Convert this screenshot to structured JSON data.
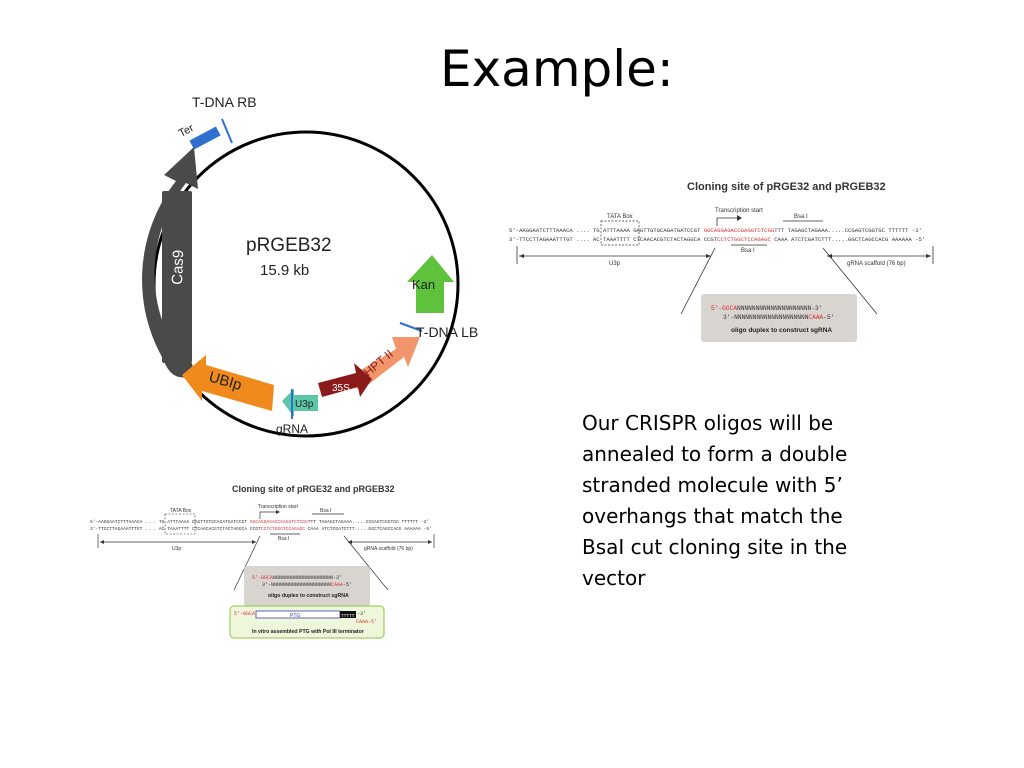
{
  "slide": {
    "title": "Example:",
    "body": "Our CRISPR oligos will be annealed to form a double stranded molecule with 5’ overhangs that match the BsaI cut cloning site in the vector"
  },
  "plasmid": {
    "name": "pRGEB32",
    "size": "15.9 kb",
    "labels": {
      "tdna_rb": "T-DNA RB",
      "ter": "Ter",
      "cas9": "Cas9",
      "kan": "Kan",
      "tdna_lb": "T-DNA LB",
      "hpt": "HPT II",
      "p35s": "35S",
      "u3p": "U3p",
      "grna": "gRNA",
      "ubip": "UBIp"
    },
    "colors": {
      "ter": "#2f6fd0",
      "cas9": "#4a4a4a",
      "kan": "#5ec23c",
      "hpt": "#f2956a",
      "p35s": "#8b1a1a",
      "u3p": "#5cc7a7",
      "ubip": "#f08a1c",
      "backbone": "#000000"
    }
  },
  "cloning_top": {
    "title": "Cloning site of pRGE32 and pRGEB32",
    "tata_box": "TATA Box",
    "transcription_start": "Transcription start",
    "bsa_top": "Bsa I",
    "bsa_bottom": "Bsa I",
    "seq1_a": "5'-AAGGAATCTTTAAACA .... TG ATTTAAAA GAGTTGTGCAGATGATCCGT ",
    "seq1_red": "GGCAGGAGACCGAGGTCTCGG",
    "seq1_b": "TTT TAGAGCTAGAAA.....CCGAGTCGGTGC  TTTTTT -3'",
    "seq2_a": "3'-TTCCTTAGAAATTTGT .... AC TAAATTTT CTCAACACGTCTACTAGGCA CCGT",
    "seq2_red": "CCTCTGGCTCCAGAGC",
    "seq2_b": " CAAA  ATCTCGATCTTT.....GGCTCAGCCACG  AAAAAA -5'",
    "u3p": "U3p",
    "grna_scaffold": "gRNA scaffold (76 bp)",
    "oligo_line1_red": "5'-GGCA",
    "oligo_line1_b": "NNNNNNNNNNNNNNNNNNNN-3'",
    "oligo_line2_a": "3'-NNNNNNNNNNNNNNNNNNNN",
    "oligo_line2_red": "CAAA",
    "oligo_line2_b": "-5'",
    "oligo_caption": "oligo duplex to construct sgRNA"
  },
  "cloning_bottom": {
    "title": "Cloning site of pRGE32 and pRGEB32",
    "tata_box": "TATA Box",
    "transcription_start": "Transcription start",
    "bsa_top": "Bsa I",
    "bsa_bottom": "Bsa I",
    "seq1_a": "5'-AAGGAATCTTTAAACA .... TG ATTTAAAA GAGTTGTGCAGATGATCCGT ",
    "seq1_red": "GGCAGGAGACCGAGGTCTCGG",
    "seq1_b": "TTT TAGAGCTAGAAA.....CCGAGTCGGTGC  TTTTTT -3'",
    "seq2_a": "3'-TTCCTTAGAAATTTGT .... AC TAAATTTT CTCAACACGTCTACTAGGCA CCGT",
    "seq2_red": "CCTCTGGCTCCAGAGC",
    "seq2_b": " CAAA  ATCTCGATCTTT.....GGCTCAGCCACG  AAAAAA -5'",
    "u3p": "U3p",
    "grna_scaffold": "gRNA scaffold (76 bp)",
    "oligo_line1_red": "5'-GGCA",
    "oligo_line1_b": "NNNNNNNNNNNNNNNNNNNN-3'",
    "oligo_line2_a": "3'-NNNNNNNNNNNNNNNNNNNN",
    "oligo_line2_red": "CAAA",
    "oligo_line2_b": "-5'",
    "oligo_caption": "oligo duplex to construct sgRNA",
    "ptg_left_red": "5'-GGCA",
    "ptg_label": "PTG",
    "ptg_t": "TTTTT",
    "ptg_right": "-3'",
    "ptg_right_red": "CAAA-5'",
    "ptg_caption": "In vitro assembled PTG with Pol III terminator"
  }
}
